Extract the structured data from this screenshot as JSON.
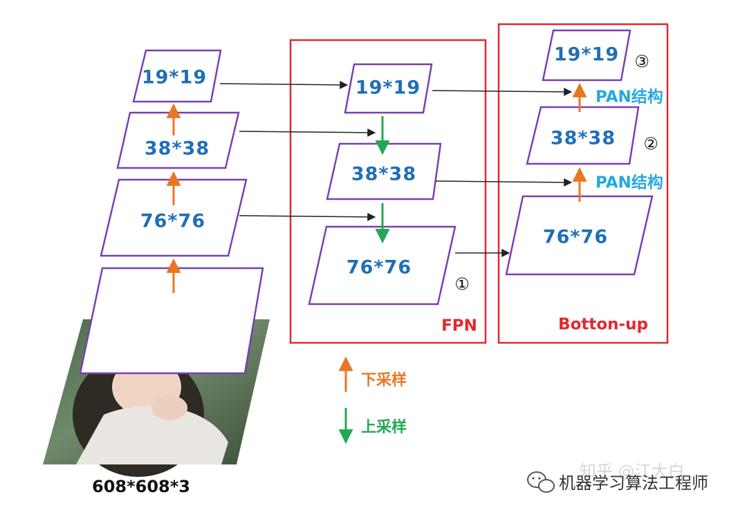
{
  "backbone": {
    "l19": "19*19",
    "l38": "38*38",
    "l76": "76*76"
  },
  "input_label": "608*608*3",
  "fpn": {
    "title": "FPN",
    "l19": "19*19",
    "l38": "38*38",
    "l76": "76*76",
    "marker": "①"
  },
  "bottom_up": {
    "title": "Botton-up",
    "l19": "19*19",
    "l38": "38*38",
    "l76": "76*76",
    "marker_19": "③",
    "marker_38": "②",
    "pan_top": "PAN结构",
    "pan_bottom": "PAN结构"
  },
  "legend": {
    "downsample": "下采样",
    "upsample": "上采样"
  },
  "watermark": {
    "faint": "知乎 @江大白",
    "main": "机器学习算法工程师"
  },
  "colors": {
    "box_border": "#7a3fb0",
    "label_blue": "#1f6fb7",
    "red_frame": "#e0282e",
    "orange_arrow": "#e87722",
    "green_arrow": "#22a852",
    "pan_blue": "#27a8e0"
  }
}
